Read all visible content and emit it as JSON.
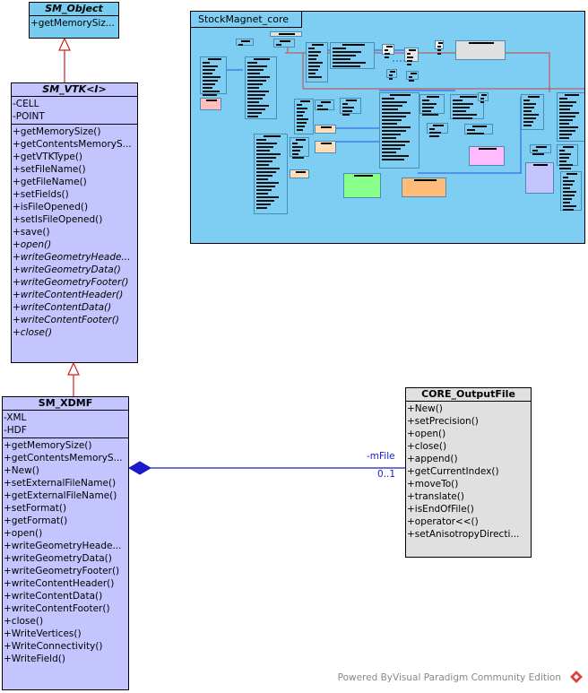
{
  "diagram": {
    "package": {
      "name": "StockMagnet_core",
      "fill": "#7dcef2"
    },
    "classes": {
      "sm_object": {
        "name": "SM_Object",
        "abstract": true,
        "fill": "#77ccf0",
        "operations": [
          "+getMemorySiz..."
        ]
      },
      "sm_vtk": {
        "name": "SM_VTK<I>",
        "abstract": true,
        "fill": "#c4c4ff",
        "attributes": [
          "-CELL",
          "-POINT"
        ],
        "operations": [
          {
            "text": "+getMemorySize()",
            "italic": false
          },
          {
            "text": "+getContentsMemoryS...",
            "italic": false
          },
          {
            "text": "+getVTKType()",
            "italic": false
          },
          {
            "text": "+setFileName()",
            "italic": false
          },
          {
            "text": "+getFileName()",
            "italic": false
          },
          {
            "text": "+setFields()",
            "italic": false
          },
          {
            "text": "+isFileOpened()",
            "italic": false
          },
          {
            "text": "+setIsFileOpened()",
            "italic": false
          },
          {
            "text": "+save()",
            "italic": false
          },
          {
            "text": "+open()",
            "italic": true
          },
          {
            "text": "+writeGeometryHeade...",
            "italic": true
          },
          {
            "text": "+writeGeometryData()",
            "italic": true
          },
          {
            "text": "+writeGeometryFooter()",
            "italic": true
          },
          {
            "text": "+writeContentHeader()",
            "italic": true
          },
          {
            "text": "+writeContentData()",
            "italic": true
          },
          {
            "text": "+writeContentFooter()",
            "italic": true
          },
          {
            "text": "+close()",
            "italic": true
          }
        ]
      },
      "sm_xdmf": {
        "name": "SM_XDMF",
        "abstract": false,
        "fill": "#c4c4ff",
        "attributes": [
          "-XML",
          "-HDF"
        ],
        "operations": [
          "+getMemorySize()",
          "+getContentsMemoryS...",
          "+New()",
          "+setExternalFileName()",
          "+getExternalFileName()",
          "+setFormat()",
          "+getFormat()",
          "+open()",
          "+writeGeometryHeade...",
          "+writeGeometryData()",
          "+writeGeometryFooter()",
          "+writeContentHeader()",
          "+writeContentData()",
          "+writeContentFooter()",
          "+close()",
          "+WriteVertices()",
          "+WriteConnectivity()",
          "+WriteField()"
        ]
      },
      "core_outputfile": {
        "name": "CORE_OutputFile",
        "abstract": false,
        "fill": "#e0e0e0",
        "operations": [
          "+New()",
          "+setPrecision()",
          "+open()",
          "+close()",
          "+append()",
          "+getCurrentIndex()",
          "+moveTo()",
          "+translate()",
          "+isEndOfFile()",
          "+operator<<()",
          "+setAnisotropyDirecti..."
        ]
      }
    },
    "relations": {
      "generalization_color": "#cc2222",
      "association_color": "#1a1acc",
      "composition": {
        "role": "-mFile",
        "multiplicity": "0..1"
      }
    }
  },
  "footer": {
    "text": "Powered ByVisual Paradigm Community Edition",
    "logo_color": "#d9443a"
  }
}
